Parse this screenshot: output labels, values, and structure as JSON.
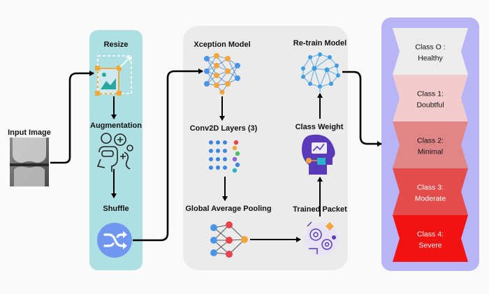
{
  "input": {
    "label": "Input Image"
  },
  "preprocess": {
    "resize": "Resize",
    "augmentation": "Augmentation",
    "shuffle": "Shuffle"
  },
  "model": {
    "xception": "Xception Model",
    "conv2d": "Conv2D Layers (3)",
    "gap": "Global Average Pooling",
    "trained": "Trained Packet",
    "class_weight": "Class Weight",
    "retrain": "Re-train Model"
  },
  "classes": [
    {
      "line1": "Class O :",
      "line2": "Healthy",
      "color": "#ececec"
    },
    {
      "line1": "Class 1:",
      "line2": "Doubtful",
      "color": "#f2cccd"
    },
    {
      "line1": "Class 2:",
      "line2": "Minimal",
      "color": "#e08686"
    },
    {
      "line1": "Class 3:",
      "line2": "Moderate",
      "color": "#e44c4c"
    },
    {
      "line1": "Class 4:",
      "line2": "Severe",
      "color": "#f21212"
    }
  ],
  "colors": {
    "preprocess_panel": "#aee0e3",
    "model_panel": "#ececec",
    "class_panel": "#b9b4f5",
    "shuffle_icon": "#6f97ef",
    "neuron_orange": "#f4a63a",
    "neuron_blue": "#4b95e9",
    "arrow": "#000000"
  },
  "icons": {
    "input": "knee-xray-image",
    "resize": "resize-icon",
    "augmentation": "augmentation-icon",
    "shuffle": "shuffle-icon",
    "xception": "neural-network-icon",
    "conv2d": "conv-grid-icon",
    "gap": "pooling-network-icon",
    "trained": "trained-packet-icon",
    "class_weight": "ai-head-icon",
    "retrain": "brain-network-icon"
  }
}
